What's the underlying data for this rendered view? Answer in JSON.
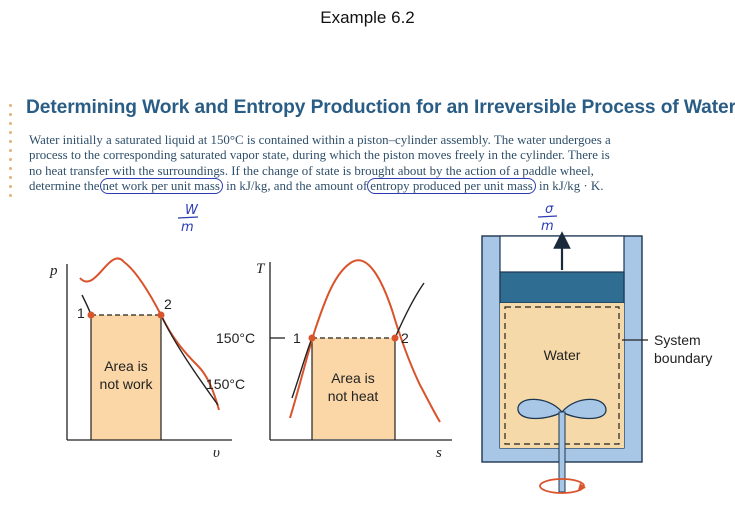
{
  "slide_title": "Example 6.2",
  "heading": "Determining Work and Entropy Production for an Irreversible Process of Water",
  "paragraph": {
    "line1_part1": "Water initially a saturated liquid at 150°C is contained within a piston–cylinder assembly. The water undergoes a",
    "line2": "process to the corresponding saturated vapor state, during which the piston moves freely in the cylinder. There is",
    "line3": "no heat transfer with the surroundings. If the change of state is brought about by the action of a paddle wheel,",
    "line4_part1": "determine the",
    "highlight1": "net work per unit mass",
    "line4_part2": " in kJ/kg, and the amount of",
    "highlight2": "entropy produced per unit mass",
    "line4_part3": " in kJ/kg · K."
  },
  "handwritten": {
    "note1_num": "W",
    "note1_den": "m",
    "note2_num": "σ",
    "note2_den": "m"
  },
  "pv_diagram": {
    "y_axis": "p",
    "x_axis": "υ",
    "state1": "1",
    "state2": "2",
    "area_line1": "Area is",
    "area_line2": "not work",
    "isotherm": "150°C"
  },
  "ts_diagram": {
    "y_axis": "T",
    "x_axis": "s",
    "state1": "1",
    "state2": "2",
    "temp_tick": "150°C",
    "area_line1": "Area is",
    "area_line2": "not heat"
  },
  "device": {
    "fluid": "Water",
    "boundary_line1": "System",
    "boundary_line2": "boundary"
  },
  "colors": {
    "heading": "#2a5d85",
    "annotation_ink": "#2d3bb5",
    "area_fill": "#fbd7a7",
    "state_point": "#d9532b",
    "dome": "#d9532b",
    "cylinder": "#a8c7e6",
    "piston": "#2f6e92",
    "water": "#f6d9a9"
  }
}
